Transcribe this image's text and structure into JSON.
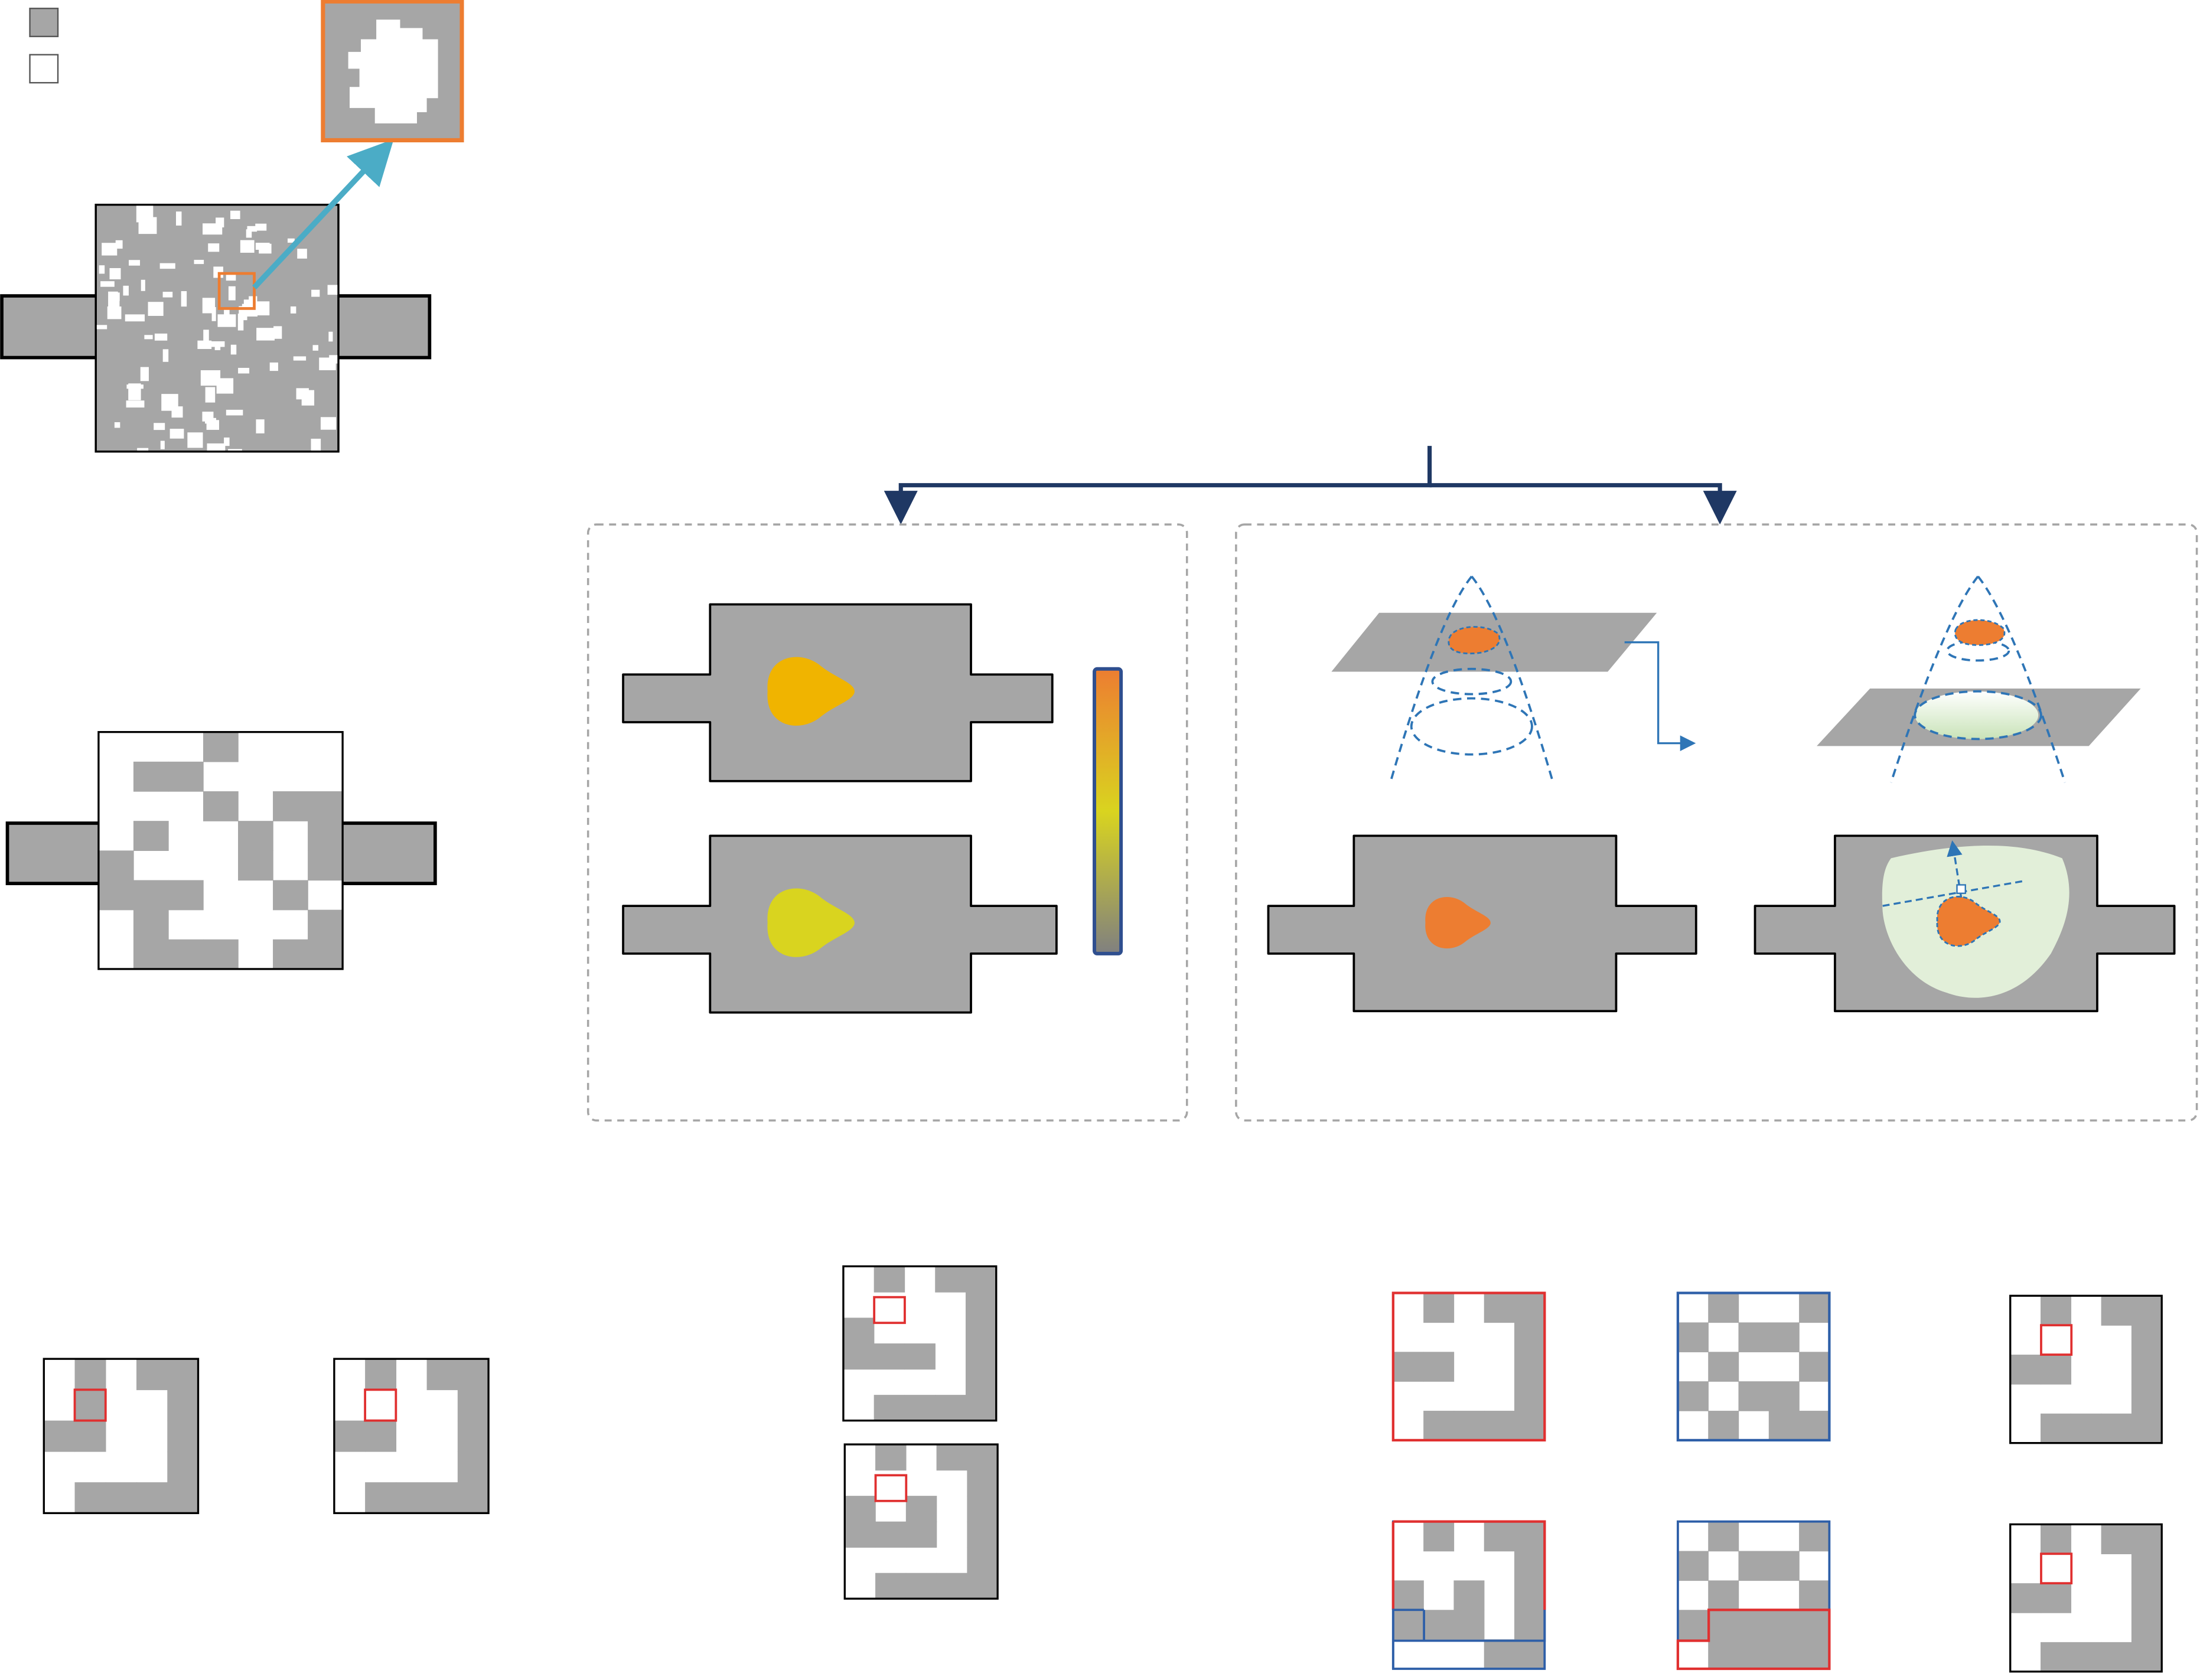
{
  "diagram": {
    "legend": [
      {
        "fill": "#a6a6a6",
        "icon": "gray-legend-swatch"
      },
      {
        "fill": "#ffffff",
        "icon": "white-legend-swatch"
      }
    ],
    "colors": {
      "solid_gray": "#a6a6a6",
      "void_white": "#ffffff",
      "highlight_orange": "#ed7d31",
      "zoom_arrow": "#4bacc6",
      "branch_arrow": "#1f3864",
      "dashed_blue": "#2e75b6",
      "panel_border": "#a6a6a6",
      "cell_red": "#e03030",
      "frame_blue": "#2e5fa8",
      "yellow_blob": "#f0b400",
      "lime_blob": "#d9d41f",
      "light_green": "#e2efd9"
    },
    "colorbar_stops": [
      "#ed7d31",
      "#d9d41f",
      "#808080"
    ],
    "grids": {
      "coarse": [
        "0001000",
        "0110000",
        "0001011",
        "0100101",
        "1000101",
        "1110010",
        "0100001",
        "0111011"
      ],
      "big_a": [
        "01011",
        "00001",
        "10001",
        "11101",
        "00001",
        "01111"
      ],
      "big_b": [
        "01011",
        "00001",
        "10101",
        "11101",
        "00001",
        "01111"
      ],
      "small": [
        "01011",
        "00001",
        "11001",
        "00001",
        "01111"
      ],
      "checker": [
        "01001",
        "10110",
        "01001",
        "10110",
        "01011"
      ]
    }
  }
}
